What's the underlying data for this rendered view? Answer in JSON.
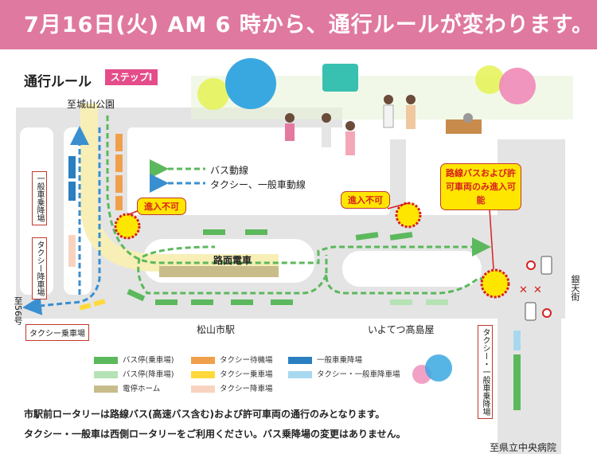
{
  "header": {
    "title": "7月16日(火) AM 6 時から、通行ルールが変わります。"
  },
  "section": {
    "title": "通行ルール",
    "step": "ステップⅠ"
  },
  "map_labels": {
    "park": "至城山公園",
    "station": "松山市駅",
    "takashimaya": "いよてつ髙島屋",
    "ginten": "銀天街",
    "route56": "至56号",
    "hospital": "至県立中央病院",
    "tram": "路面電車",
    "general_stop": "一般車乗降場",
    "taxi_drop": "タクシー降車場",
    "taxi_board": "タクシー乗車場",
    "taxi_general": "タクシー・一般車乗降場"
  },
  "route_legend": {
    "bus": "バス動線",
    "taxi": "タクシー、一般車動線"
  },
  "warnings": {
    "no_entry": "進入不可",
    "bus_only": "路線バスおよび許可車両のみ進入可能"
  },
  "legend": {
    "bus_board": "バス停(乗車場)",
    "bus_drop": "バス停(降車場)",
    "tram_platform": "電停ホーム",
    "taxi_wait": "タクシー待機場",
    "taxi_board": "タクシー乗車場",
    "taxi_drop": "タクシー降車場",
    "general_stop": "一般車乗降場",
    "taxi_general": "タクシー・一般車降車場"
  },
  "notes": {
    "line1": "市駅前ロータリーは路線バス(高速バス含む)および許可車両の通行のみとなります。",
    "line2": "タクシー・一般車は西側ロータリーをご利用ください。バス乗降場の変更はありません。"
  },
  "colors": {
    "header": "#e0799f",
    "bus_stop": "#5cb85c",
    "bus_drop": "#b5e3b5",
    "taxi_wait": "#f0a04b",
    "taxi_board": "#ffd93b",
    "taxi_drop": "#f8d4c0",
    "general": "#2a7fc1",
    "taxi_general": "#a8d8f0",
    "tram": "#c8bc8a"
  }
}
